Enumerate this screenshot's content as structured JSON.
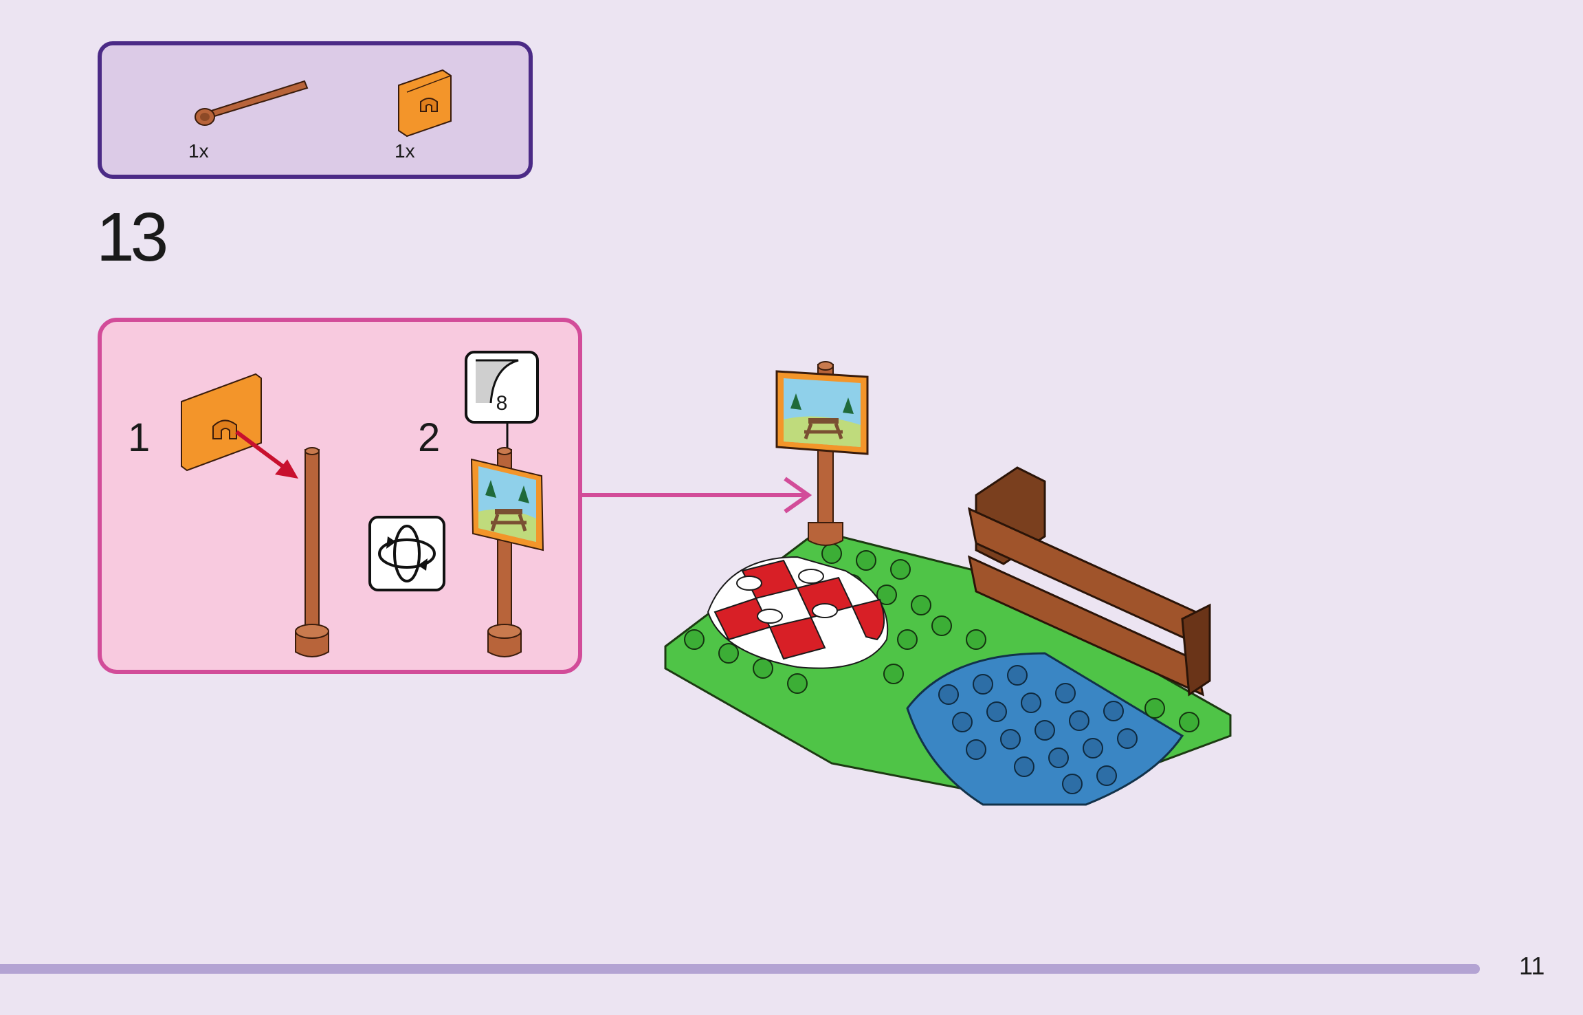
{
  "parts_list": {
    "items": [
      {
        "name": "bar-with-stop-ring",
        "quantity": "1x",
        "color": "#b8643a"
      },
      {
        "name": "tile-with-clip",
        "quantity": "1x",
        "color": "#f3952a"
      }
    ]
  },
  "step": {
    "number": "13"
  },
  "sub_steps": [
    {
      "number": "1"
    },
    {
      "number": "2",
      "sticker_number": "8"
    }
  ],
  "icons": [
    "rotate-model-icon",
    "sticker-icon",
    "arrow-icon"
  ],
  "colors": {
    "page_background": "#ece4f2",
    "parts_box_border": "#4b2a86",
    "parts_box_fill": "#dccbe7",
    "substep_box_border": "#d24c99",
    "substep_box_fill": "#f8cadf",
    "brick_orange": "#f3952a",
    "brick_brown": "#b8643a",
    "brick_green": "#4fc447",
    "brick_blue": "#3a86c4",
    "brick_red": "#d81f26"
  },
  "page": {
    "number": "11"
  }
}
